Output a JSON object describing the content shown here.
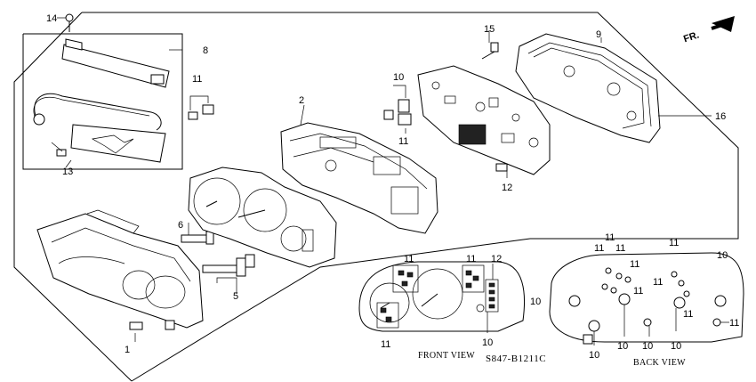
{
  "diagram": {
    "callouts": {
      "p1": "1",
      "p2": "2",
      "p5": "5",
      "p6": "6",
      "p8": "8",
      "p9": "9",
      "p10": "10",
      "p11a": "11",
      "p11b": "11",
      "p12": "12",
      "p13": "13",
      "p14": "14",
      "p15": "15",
      "p16": "16"
    },
    "front_view": {
      "caption": "FRONT VIEW",
      "labels": {
        "a": "11",
        "b": "11",
        "c": "11",
        "d": "12",
        "e": "10"
      }
    },
    "back_view": {
      "caption": "BACK VIEW",
      "labels": {
        "l1": "11",
        "l2": "11",
        "l3": "11",
        "l4": "11",
        "l5": "11",
        "l6": "11",
        "l7": "11",
        "l8": "11",
        "l9": "11",
        "r1": "10",
        "r2": "10",
        "r3": "10",
        "r4": "10",
        "r5": "10",
        "r6": "10"
      }
    },
    "direction_label": "FR.",
    "diagram_code": "S847-B1211C"
  }
}
